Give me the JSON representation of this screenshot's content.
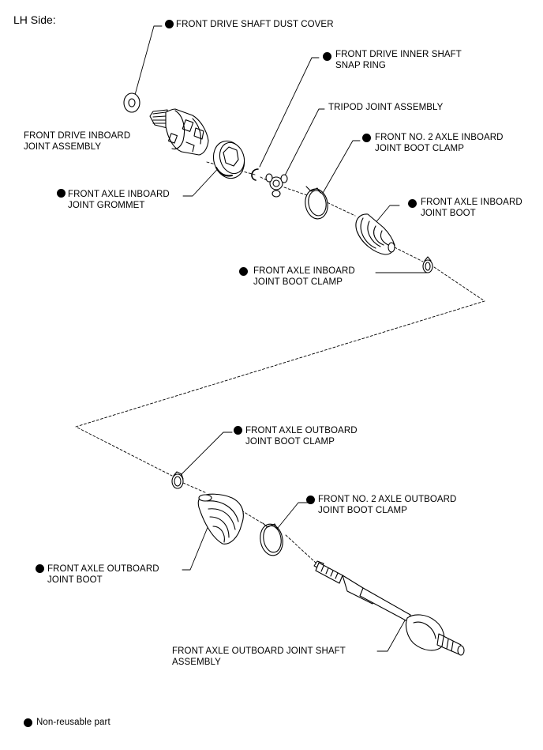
{
  "title": "LH Side:",
  "legend": {
    "text": "Non-reusable part"
  },
  "parts": {
    "dust_cover": {
      "line1": "FRONT DRIVE SHAFT DUST COVER",
      "line2": "",
      "non_reusable": true
    },
    "inboard_joint_assembly": {
      "line1": "FRONT DRIVE INBOARD",
      "line2": "JOINT ASSEMBLY",
      "non_reusable": false
    },
    "snap_ring": {
      "line1": "FRONT DRIVE INNER SHAFT",
      "line2": "SNAP RING",
      "non_reusable": true
    },
    "tripod": {
      "line1": "TRIPOD JOINT ASSEMBLY",
      "line2": "",
      "non_reusable": false
    },
    "no2_inboard_clamp": {
      "line1": "FRONT NO. 2 AXLE INBOARD",
      "line2": "JOINT BOOT CLAMP",
      "non_reusable": true
    },
    "inboard_grommet": {
      "line1": "FRONT AXLE INBOARD",
      "line2": "JOINT GROMMET",
      "non_reusable": true
    },
    "inboard_boot": {
      "line1": "FRONT AXLE INBOARD",
      "line2": "JOINT BOOT",
      "non_reusable": true
    },
    "inboard_boot_clamp": {
      "line1": "FRONT AXLE INBOARD",
      "line2": "JOINT BOOT CLAMP",
      "non_reusable": true
    },
    "outboard_boot_clamp": {
      "line1": "FRONT AXLE OUTBOARD",
      "line2": "JOINT BOOT CLAMP",
      "non_reusable": true
    },
    "no2_outboard_clamp": {
      "line1": "FRONT NO. 2 AXLE OUTBOARD",
      "line2": "JOINT BOOT CLAMP",
      "non_reusable": true
    },
    "outboard_boot": {
      "line1": "FRONT AXLE OUTBOARD",
      "line2": "JOINT BOOT",
      "non_reusable": true
    },
    "outboard_shaft": {
      "line1": "FRONT AXLE OUTBOARD JOINT SHAFT",
      "line2": "ASSEMBLY",
      "non_reusable": false
    }
  }
}
